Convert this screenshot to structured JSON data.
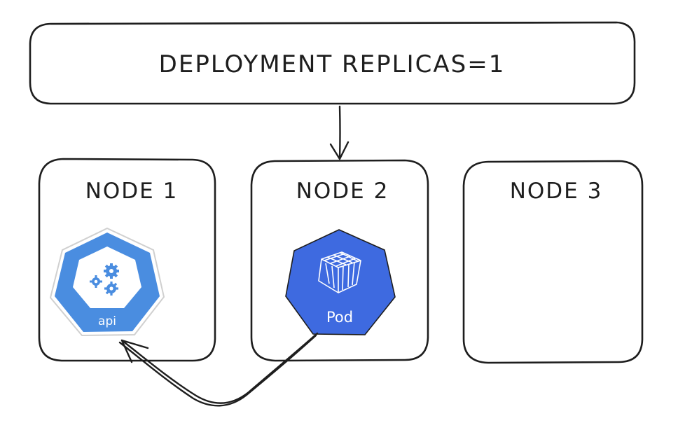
{
  "deployment": {
    "label": "DEPLOYMENT REPLICAS=1"
  },
  "nodes": [
    {
      "label": "NODE 1"
    },
    {
      "label": "NODE 2"
    },
    {
      "label": "NODE 3"
    }
  ],
  "api_icon": {
    "label": "api",
    "icon": "gears-icon",
    "color": "#4a8de0"
  },
  "pod_icon": {
    "label": "Pod",
    "icon": "cube-icon",
    "color": "#3e6ae0"
  },
  "colors": {
    "stroke": "#1e1e1e",
    "background": "#ffffff"
  }
}
